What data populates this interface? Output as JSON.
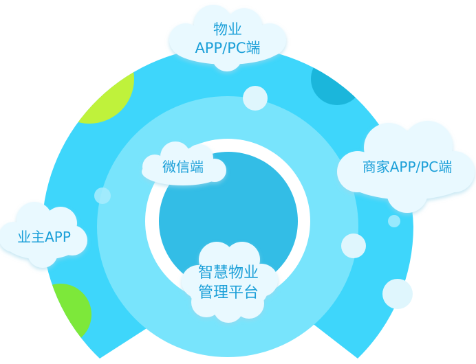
{
  "platform": {
    "line1": "智慧物业",
    "line2": "管理平台"
  },
  "nodes": {
    "property": {
      "line1": "物业",
      "line2": "APP/PC端"
    },
    "wechat": {
      "label": "微信端"
    },
    "merchant": {
      "label": "商家APP/PC端"
    },
    "owner": {
      "label": "业主APP"
    }
  },
  "colors": {
    "outer_ring": "#3ed6fb",
    "middle_ring": "#78e4fc",
    "inner_ring": "#ffffff",
    "core": "#33bde6",
    "accent_lime": "#bff23b",
    "accent_green": "#7de83a",
    "accent_dark": "#1bb6db",
    "cloud": "#e9f9ff",
    "text": "#1a9fd8"
  }
}
